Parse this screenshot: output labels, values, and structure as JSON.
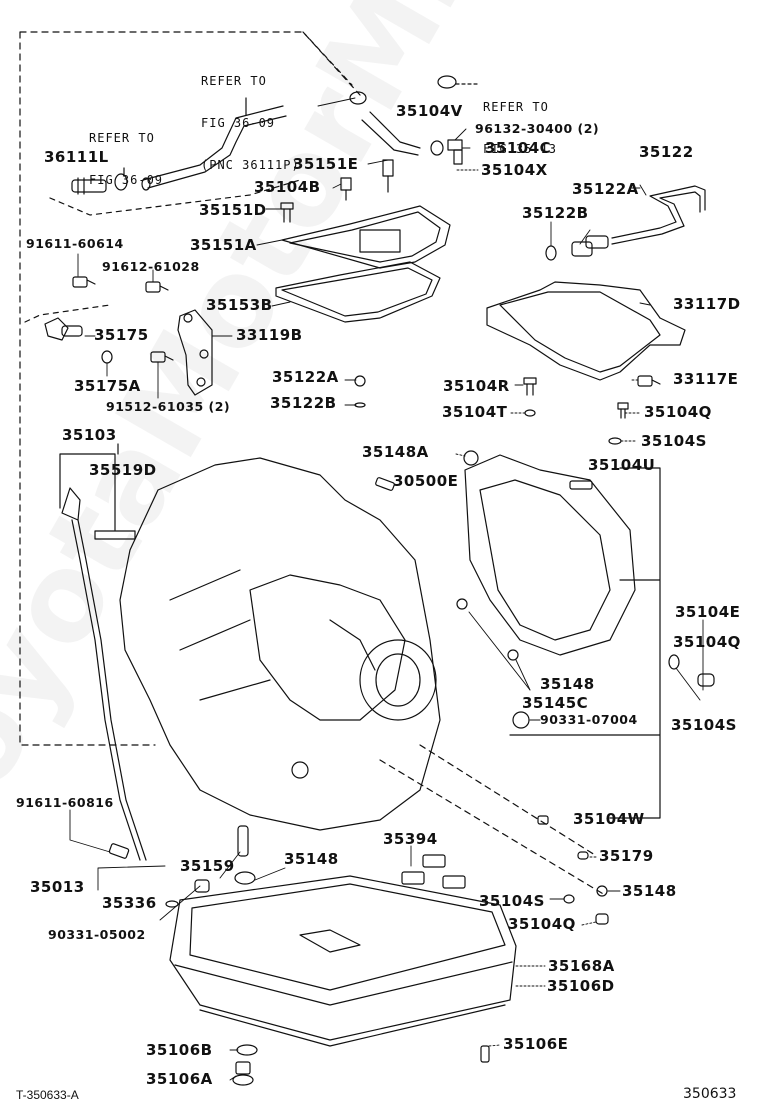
{
  "diagram": {
    "title_code": "T-350633-A",
    "figure_number": "350633",
    "watermark": "ToyotaMotorMile.ru",
    "references": [
      {
        "id": "ref-fig-36-09-pnc",
        "lines": [
          "REFER TO",
          "FIG 36-09",
          "(PNC 36111P)"
        ]
      },
      {
        "id": "ref-fig-36-09",
        "lines": [
          "REFER TO",
          "FIG 36-09"
        ]
      },
      {
        "id": "ref-fig-35-13",
        "lines": [
          "REFER TO",
          "FIG 35-13"
        ]
      }
    ],
    "parts": [
      {
        "code": "36111L"
      },
      {
        "code": "35104V"
      },
      {
        "code": "96132-30400 (2)"
      },
      {
        "code": "35104C"
      },
      {
        "code": "35104X"
      },
      {
        "code": "35151E"
      },
      {
        "code": "35104B"
      },
      {
        "code": "35151D"
      },
      {
        "code": "35122"
      },
      {
        "code": "35122A"
      },
      {
        "code": "35122B"
      },
      {
        "code": "91611-60614"
      },
      {
        "code": "35151A"
      },
      {
        "code": "91612-61028"
      },
      {
        "code": "35153B"
      },
      {
        "code": "33117D"
      },
      {
        "code": "35175"
      },
      {
        "code": "33119B"
      },
      {
        "code": "35175A"
      },
      {
        "code": "35122A"
      },
      {
        "code": "35104R"
      },
      {
        "code": "33117E"
      },
      {
        "code": "91512-61035 (2)"
      },
      {
        "code": "35122B"
      },
      {
        "code": "35104T"
      },
      {
        "code": "35104Q"
      },
      {
        "code": "35103"
      },
      {
        "code": "35104S"
      },
      {
        "code": "35148A"
      },
      {
        "code": "35519D"
      },
      {
        "code": "35104U"
      },
      {
        "code": "30500E"
      },
      {
        "code": "35104E"
      },
      {
        "code": "35104Q"
      },
      {
        "code": "35148"
      },
      {
        "code": "35145C"
      },
      {
        "code": "35104S"
      },
      {
        "code": "90331-07004"
      },
      {
        "code": "91611-60816"
      },
      {
        "code": "35104W"
      },
      {
        "code": "35394"
      },
      {
        "code": "35159"
      },
      {
        "code": "35148"
      },
      {
        "code": "35179"
      },
      {
        "code": "35013"
      },
      {
        "code": "35336"
      },
      {
        "code": "35104S"
      },
      {
        "code": "35148"
      },
      {
        "code": "90331-05002"
      },
      {
        "code": "35104Q"
      },
      {
        "code": "35168A"
      },
      {
        "code": "35106D"
      },
      {
        "code": "35106B"
      },
      {
        "code": "35106E"
      },
      {
        "code": "35106A"
      }
    ]
  }
}
